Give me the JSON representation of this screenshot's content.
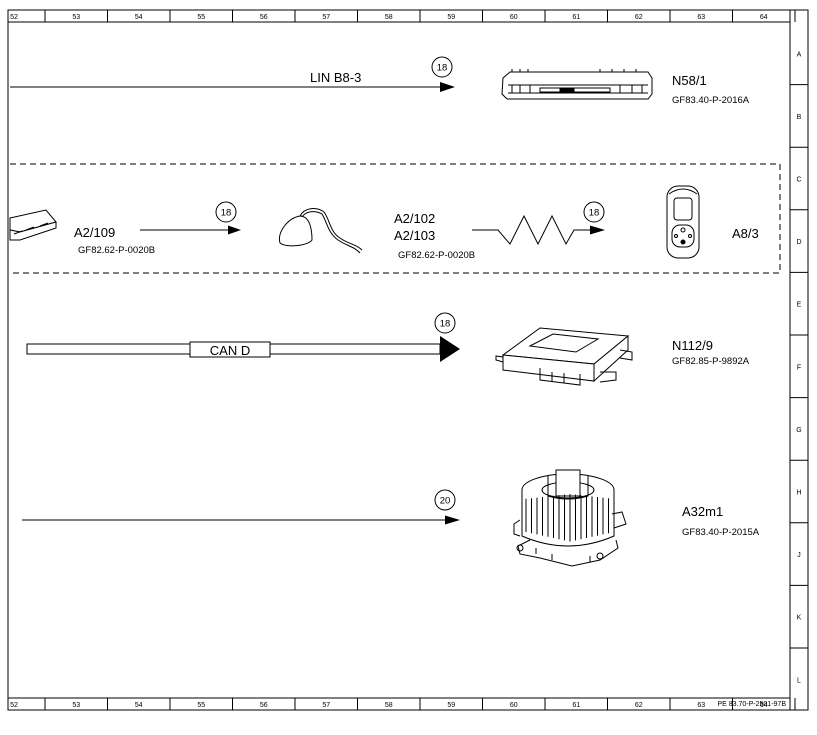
{
  "frame": {
    "columns": [
      "52",
      "53",
      "54",
      "55",
      "56",
      "57",
      "58",
      "59",
      "60",
      "61",
      "62",
      "63",
      "64"
    ],
    "rows": [
      "A",
      "B",
      "C",
      "D",
      "E",
      "F",
      "G",
      "H",
      "J",
      "K",
      "L"
    ],
    "document_number": "PE 83.70-P-2501-97B"
  },
  "lin_section": {
    "bus_label": "LIN B8-3",
    "badge": "18",
    "component_id": "N58/1",
    "component_doc": "GF83.40-P-2016A"
  },
  "remote_section": {
    "left_id": "A2/109",
    "left_doc": "GF82.62-P-0020B",
    "badge_left": "18",
    "mid_id_1": "A2/102",
    "mid_id_2": "A2/103",
    "mid_doc": "GF82.62-P-0020B",
    "badge_right": "18",
    "right_id": "A8/3"
  },
  "can_section": {
    "bus_label": "CAN D",
    "badge": "18",
    "component_id": "N112/9",
    "component_doc": "GF82.85-P-9892A"
  },
  "blower_section": {
    "badge": "20",
    "component_id": "A32m1",
    "component_doc": "GF83.40-P-2015A"
  },
  "colors": {
    "line": "#000000",
    "background": "#ffffff"
  }
}
